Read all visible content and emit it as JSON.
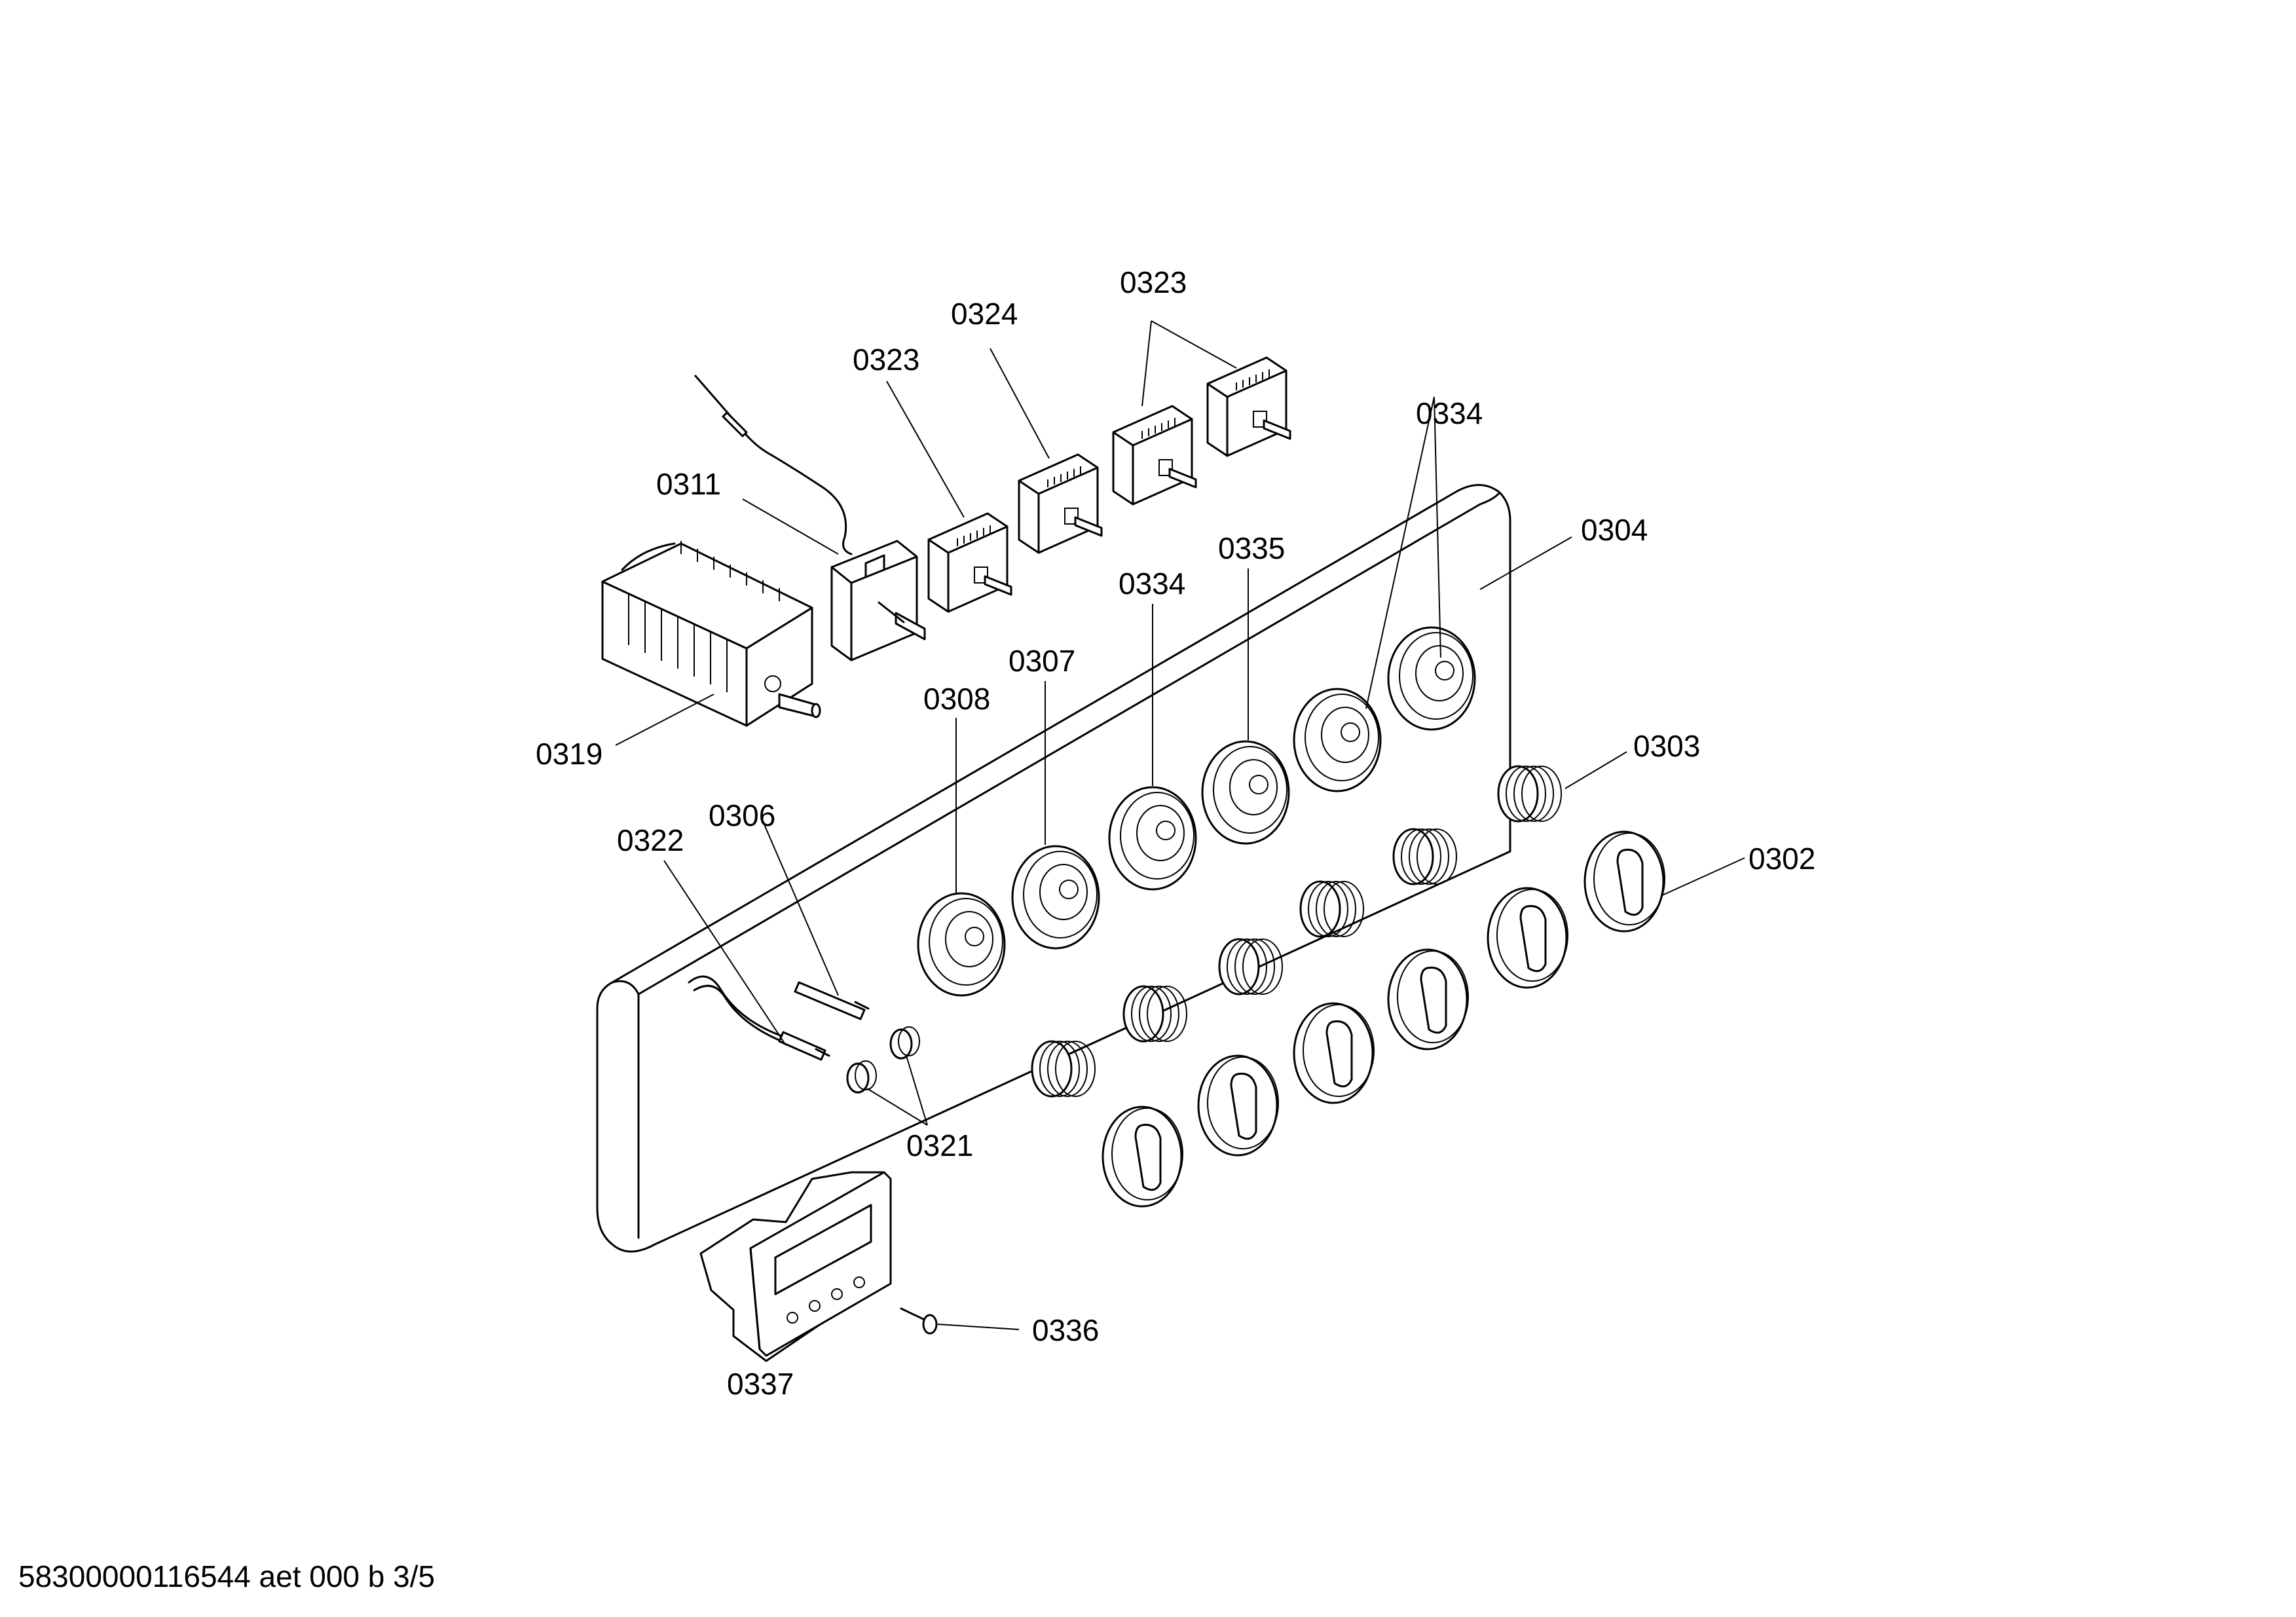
{
  "labels": {
    "p0302": "0302",
    "p0303": "0303",
    "p0304": "0304",
    "p0306": "0306",
    "p0307": "0307",
    "p0308": "0308",
    "p0311": "0311",
    "p0319": "0319",
    "p0321": "0321",
    "p0322": "0322",
    "p0323a": "0323",
    "p0323b": "0323",
    "p0324": "0324",
    "p0334a": "0334",
    "p0334b": "0334",
    "p0335": "0335",
    "p0336": "0336",
    "p0337": "0337"
  },
  "footer": "58300000116544 aet 000 b 3/5"
}
